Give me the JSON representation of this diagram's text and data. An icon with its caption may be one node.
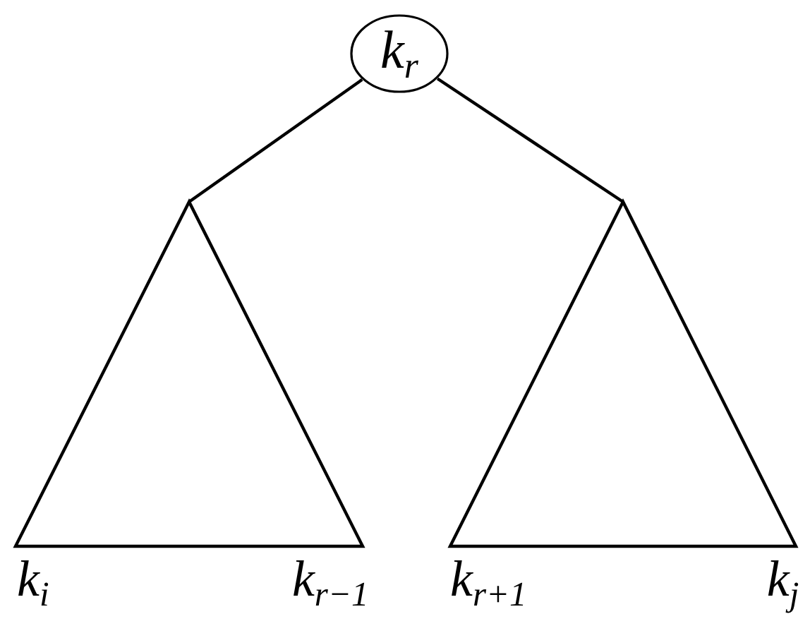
{
  "diagram": {
    "nodes": [
      {
        "text": [
          "k$_{r}$"
        ]
      },
      {
        "text": [],
        "shape": "triangle",
        "beside": [
          "k$_{i}$",
          "k$_{r−1}$"
        ]
      },
      {
        "text": [],
        "shape": "triangle",
        "beside": [
          "k$_{r+1}$",
          "k$_{j}$"
        ]
      }
    ],
    "edges": [
      {
        "from": 0,
        "to": 1,
        "arrow": "none"
      },
      {
        "from": 0,
        "to": 2,
        "arrow": "none"
      }
    ]
  }
}
